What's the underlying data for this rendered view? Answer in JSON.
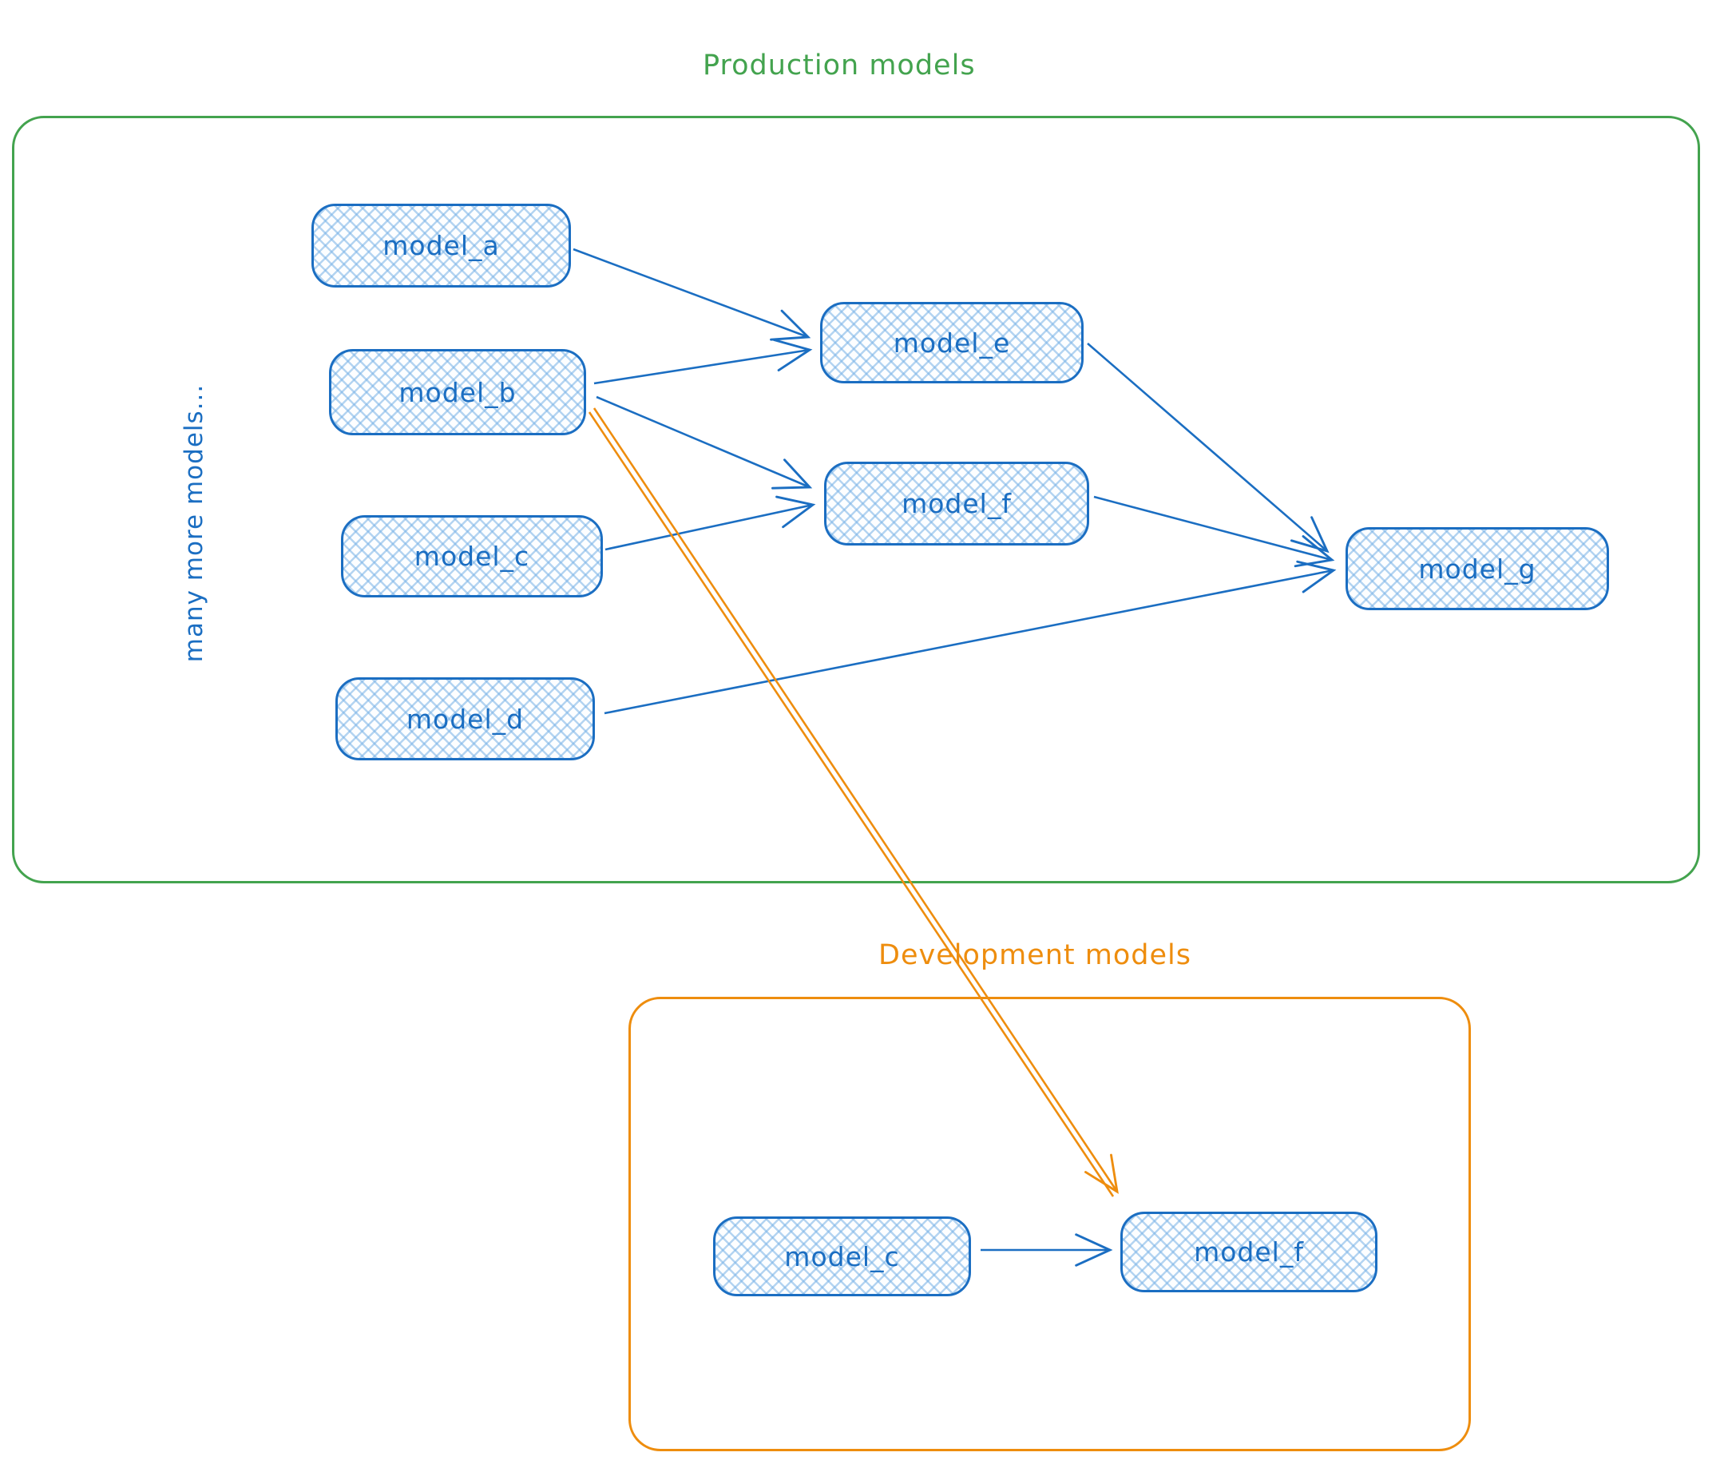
{
  "production": {
    "title": "Production models",
    "side_note": "many more models...",
    "nodes": {
      "model_a": "model_a",
      "model_b": "model_b",
      "model_c": "model_c",
      "model_d": "model_d",
      "model_e": "model_e",
      "model_f": "model_f",
      "model_g": "model_g"
    }
  },
  "development": {
    "title": "Development models",
    "nodes": {
      "model_c": "model_c",
      "model_f": "model_f"
    }
  },
  "edges": {
    "production": [
      {
        "from": "model_a",
        "to": "model_e",
        "color": "blue"
      },
      {
        "from": "model_b",
        "to": "model_e",
        "color": "blue"
      },
      {
        "from": "model_b",
        "to": "model_f",
        "color": "blue"
      },
      {
        "from": "model_c",
        "to": "model_f",
        "color": "blue"
      },
      {
        "from": "model_d",
        "to": "model_g",
        "color": "blue"
      },
      {
        "from": "model_e",
        "to": "model_g",
        "color": "blue"
      },
      {
        "from": "model_f",
        "to": "model_g",
        "color": "blue"
      }
    ],
    "development": [
      {
        "from": "model_c",
        "to": "model_f",
        "color": "blue"
      }
    ],
    "cross_group": [
      {
        "from": "production.model_b",
        "to": "development.model_f",
        "color": "orange"
      }
    ]
  },
  "colors": {
    "node_stroke": "#1b6ec2",
    "node_label": "#1b6ec2",
    "node_hatch_fill": "#a9d2f0",
    "production_border": "#43a34e",
    "production_title": "#43a34e",
    "development_border": "#ee8d0e",
    "development_title": "#ee8d0e",
    "promotion_arrow": "#ee8d0e"
  }
}
